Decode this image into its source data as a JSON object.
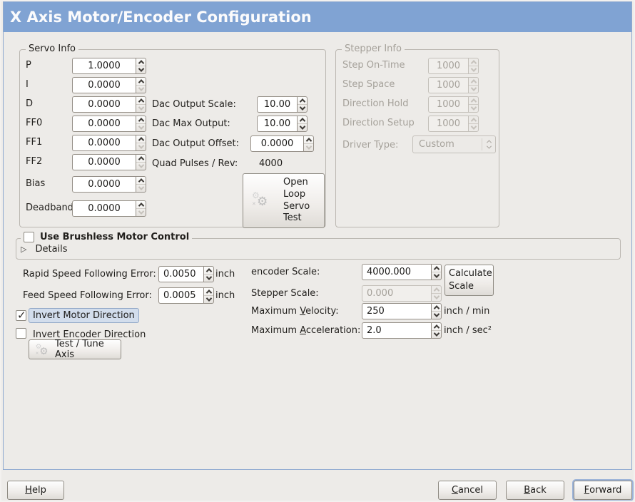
{
  "window": {
    "title": "X Axis Motor/Encoder Configuration"
  },
  "colors": {
    "titlebar": "#80A3D3",
    "panel_border": "#8FA9D0",
    "focus_highlight": "#D2DDEC"
  },
  "servo_info": {
    "frame_label": "Servo Info",
    "params": [
      {
        "label": "P",
        "value": "1.0000"
      },
      {
        "label": "I",
        "value": "0.0000"
      },
      {
        "label": "D",
        "value": "0.0000"
      },
      {
        "label": "FF0",
        "value": "0.0000"
      },
      {
        "label": "FF1",
        "value": "0.0000"
      },
      {
        "label": "FF2",
        "value": "0.0000"
      },
      {
        "label": "Bias",
        "value": "0.0000"
      },
      {
        "label": "Deadband",
        "value": "0.0000"
      }
    ],
    "dac_rows": [
      {
        "label": "Dac Output Scale:",
        "value": "10.00"
      },
      {
        "label": "Dac Max Output:",
        "value": "10.00"
      },
      {
        "label": "Dac Output Offset:",
        "value": "0.0000"
      }
    ],
    "quad_pulses_label": "Quad Pulses / Rev:",
    "quad_pulses_value": "4000",
    "open_loop_button_lines": [
      "Open",
      "Loop",
      "Servo",
      "Test"
    ]
  },
  "stepper_info": {
    "frame_label": "Stepper Info",
    "params": [
      {
        "label": "Step On-Time",
        "value": "1000"
      },
      {
        "label": "Step Space",
        "value": "1000"
      },
      {
        "label": "Direction Hold",
        "value": "1000"
      },
      {
        "label": "Direction Setup",
        "value": "1000"
      }
    ],
    "driver_type_label": "Driver Type:",
    "driver_type_value": "Custom"
  },
  "brushless": {
    "checkbox_label": "Use Brushless Motor Control",
    "checked": false,
    "details_label": "Details"
  },
  "following_errors": [
    {
      "label": "Rapid Speed Following Error:",
      "value": "0.0050",
      "unit": "inch"
    },
    {
      "label": "Feed Speed Following Error:",
      "value": "0.0005",
      "unit": "inch"
    }
  ],
  "scaling": {
    "encoder_scale_label": "encoder Scale:",
    "encoder_scale_value": "4000.000",
    "calculate_button_lines": [
      "Calculate",
      "Scale"
    ],
    "stepper_scale_label": "Stepper Scale:",
    "stepper_scale_value": "0.000",
    "max_velocity_label": "Maximum Velocity:",
    "max_velocity_value": "250",
    "max_velocity_unit": "inch / min",
    "max_accel_label": "Maximum Acceleration:",
    "max_accel_value": "2.0",
    "max_accel_unit": "inch / sec²"
  },
  "direction": {
    "invert_motor_label": "Invert Motor Direction",
    "invert_motor_checked": true,
    "invert_encoder_label": "Invert Encoder Direction",
    "invert_encoder_checked": false
  },
  "test_tune_button_label": "Test / Tune Axis",
  "footer": {
    "help": "Help",
    "cancel": "Cancel",
    "back": "Back",
    "forward": "Forward"
  }
}
